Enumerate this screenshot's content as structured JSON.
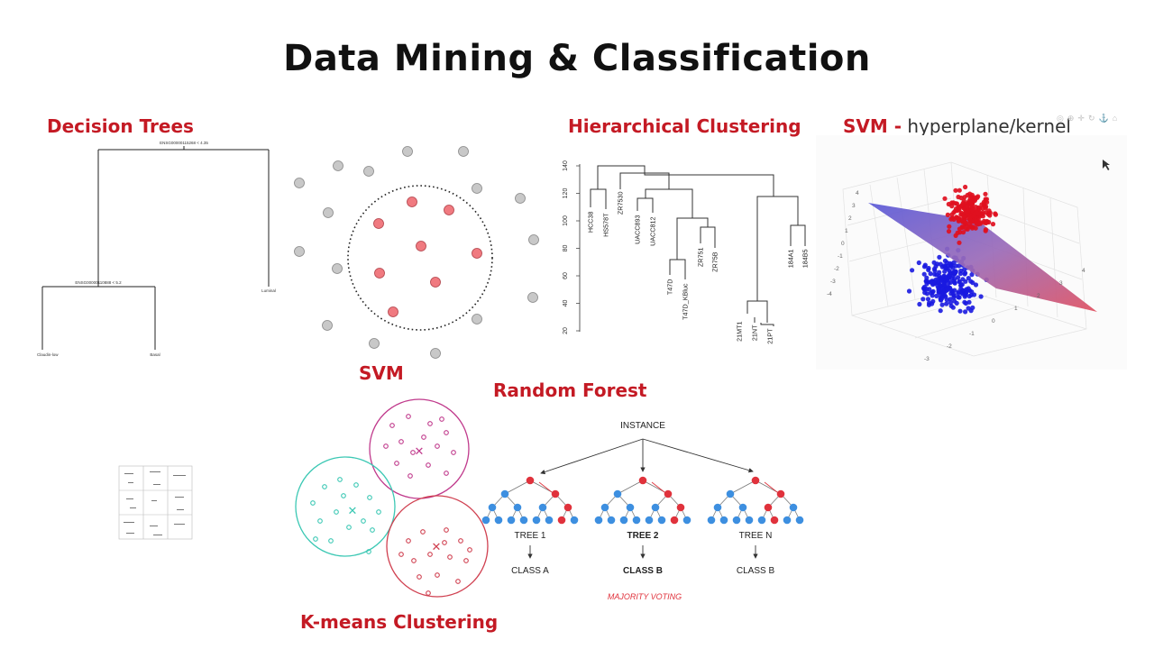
{
  "slide": {
    "title": "Data Mining & Classification"
  },
  "labels": {
    "decision_trees": "Decision Trees",
    "hierarchical": "Hierarchical Clustering",
    "svm_kernel_bold": "SVM -",
    "svm_kernel_rest": " hyperplane/kernel",
    "svm": "SVM",
    "random_forest": "Random Forest",
    "kmeans": "K-means Clustering"
  },
  "decision_tree": {
    "root_split": "ENSG00000115268 < 4.35",
    "left_split": "ENSG00000110888 < 5.2",
    "leaves": [
      "Claudin-low",
      "Basal",
      "Luminal"
    ]
  },
  "dendrogram": {
    "y_ticks": [
      "140",
      "120",
      "100",
      "80",
      "60",
      "40",
      "20"
    ],
    "leaves": [
      "HCC38",
      "HS578T",
      "ZR7530",
      "UACC893",
      "UACC812",
      "T47D",
      "T47D_KBluc",
      "ZR751",
      "ZR75B",
      "21MT1",
      "21NT",
      "21PT",
      "184A1",
      "184B5"
    ]
  },
  "random_forest": {
    "instance": "INSTANCE",
    "trees": [
      "TREE 1",
      "TREE 2",
      "TREE N"
    ],
    "classes": [
      "CLASS A",
      "CLASS B",
      "CLASS B"
    ],
    "voting": "MAJORITY VOTING"
  },
  "svm_3d": {
    "axis_ticks_left": [
      "4",
      "3",
      "2",
      "1",
      "0",
      "-1",
      "-2",
      "-3",
      "-4"
    ],
    "axis_ticks_bottom": [
      "-3",
      "-2",
      "-1",
      "0",
      "1",
      "2",
      "3",
      "4"
    ]
  },
  "colors": {
    "accent": "#c41a24",
    "svm_red": "#f07a80",
    "svm_gray": "#c8c8c8",
    "kmeans_teal": "#3cc8b4",
    "kmeans_magenta": "#c03a8c",
    "kmeans_red": "#d04050",
    "rf_blue": "#3d8fe0",
    "rf_red": "#e0323c"
  }
}
